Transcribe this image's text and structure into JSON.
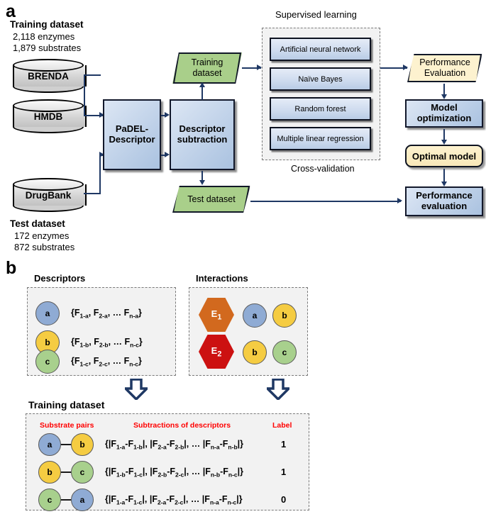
{
  "panels": {
    "a_letter": "a",
    "b_letter": "b"
  },
  "panel_a": {
    "training_caption": {
      "title": "Training dataset",
      "line1": "2,118 enzymes",
      "line2": "1,879 substrates"
    },
    "test_caption": {
      "title": "Test dataset",
      "line1": "172 enzymes",
      "line2": "872 substrates"
    },
    "databases": [
      {
        "name": "BRENDA"
      },
      {
        "name": "HMDB"
      },
      {
        "name": "DrugBank"
      }
    ],
    "process_boxes": [
      {
        "line1": "PaDEL-",
        "line2": "Descriptor"
      },
      {
        "line1": "Descriptor",
        "line2": "subtraction"
      }
    ],
    "datasets": [
      {
        "line1": "Training",
        "line2": "dataset"
      },
      {
        "line1": "Test dataset",
        "line2": ""
      }
    ],
    "supervised": {
      "title": "Supervised learning",
      "footer": "Cross-validation",
      "algorithms": [
        "Artificial neural network",
        "Naïve Bayes",
        "Random forest",
        "Multiple linear regression"
      ]
    },
    "right_flow": {
      "perf_eval_1": {
        "line1": "Performance",
        "line2": "Evaluation"
      },
      "model_opt": {
        "line1": "Model",
        "line2": "optimization"
      },
      "optimal_model": "Optimal model",
      "perf_eval_2": {
        "line1": "Performance",
        "line2": "evaluation"
      }
    }
  },
  "panel_b": {
    "descriptors": {
      "title": "Descriptors",
      "rows": [
        {
          "node": "a",
          "color": "#8fabd4",
          "set": "{F<sub>1-a</sub>, F<sub>2-a</sub>, … F<sub>n-a</sub>}"
        },
        {
          "node": "b",
          "color": "#f5cc42",
          "set": "{F<sub>1-b</sub>, F<sub>2-b</sub>, … F<sub>n-c</sub>}"
        },
        {
          "node": "c",
          "color": "#a8d08d",
          "set": "{F<sub>1-c</sub>, F<sub>2-c</sub>, … F<sub>n-c</sub>}"
        }
      ]
    },
    "interactions": {
      "title": "Interactions",
      "rows": [
        {
          "enzyme": "E<sub>1</sub>",
          "enzyme_color": "#d2691e",
          "nodes": [
            {
              "label": "a",
              "color": "#8fabd4"
            },
            {
              "label": "b",
              "color": "#f5cc42"
            }
          ]
        },
        {
          "enzyme": "E<sub>2</sub>",
          "enzyme_color": "#cc1111",
          "nodes": [
            {
              "label": "b",
              "color": "#f5cc42"
            },
            {
              "label": "c",
              "color": "#a8d08d"
            }
          ]
        }
      ]
    },
    "training_table": {
      "title": "Training dataset",
      "headers": [
        "Substrate pairs",
        "Subtractions of descriptors",
        "Label"
      ],
      "header_color": "#ff0000",
      "rows": [
        {
          "pair": [
            {
              "label": "a",
              "color": "#8fabd4"
            },
            {
              "label": "b",
              "color": "#f5cc42"
            }
          ],
          "formula": "{|F<sub>1-a</sub>-F<sub>1-b</sub>|, |F<sub>2-a</sub>-F<sub>2-b</sub>|, … |F<sub>n-a</sub>-F<sub>n-b</sub>|}",
          "label": "1"
        },
        {
          "pair": [
            {
              "label": "b",
              "color": "#f5cc42"
            },
            {
              "label": "c",
              "color": "#a8d08d"
            }
          ],
          "formula": "{|F<sub>1-b</sub>-F<sub>1-c</sub>|, |F<sub>2-b</sub>-F<sub>2-c</sub>|, … |F<sub>n-b</sub>-F<sub>n-c</sub>|}",
          "label": "1"
        },
        {
          "pair": [
            {
              "label": "c",
              "color": "#a8d08d"
            },
            {
              "label": "a",
              "color": "#8fabd4"
            }
          ],
          "formula": "{|F<sub>1-a</sub>-F<sub>1-c</sub>|, |F<sub>2-a</sub>-F<sub>2-c</sub>|, … |F<sub>n-a</sub>-F<sub>n-c</sub>|}",
          "label": "0"
        }
      ]
    }
  },
  "colors": {
    "arrow": "#1f3864",
    "box_blue": "#b9cce5",
    "dataset_green": "#a9cf8a",
    "yellow": "#fdf2cf",
    "cylinder_gray": "#d4d4d4",
    "accent_red": "#ff0000"
  }
}
